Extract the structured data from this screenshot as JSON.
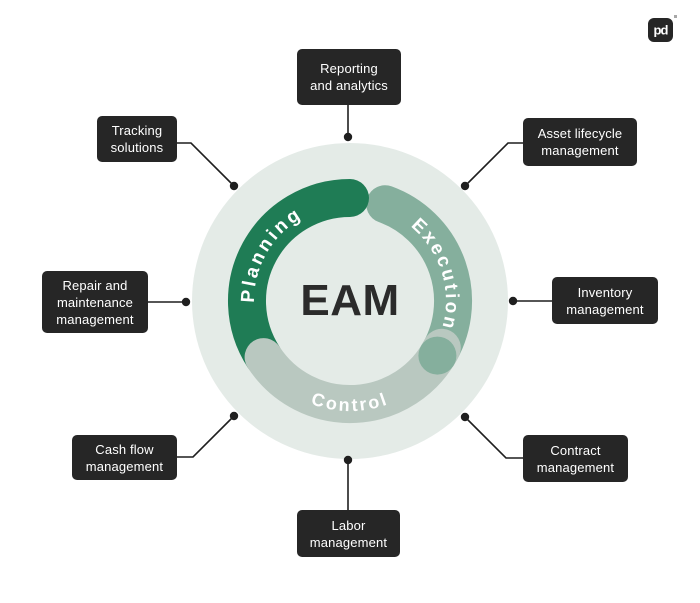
{
  "logo": {
    "mark": "pd"
  },
  "center": {
    "title": "EAM"
  },
  "ring": {
    "segments": [
      {
        "label": "Planning",
        "color": "#1f7c55"
      },
      {
        "label": "Execution",
        "color": "#85af9d"
      },
      {
        "label": "Control",
        "color": "#b9c8c0"
      }
    ],
    "background_color": "#e4ebe7"
  },
  "palette": {
    "node_background": "#262626",
    "node_text": "#ffffff",
    "connector": "#1f1f1f"
  },
  "nodes": [
    {
      "id": "reporting-analytics",
      "lines": [
        "Reporting",
        "and analytics"
      ]
    },
    {
      "id": "tracking-solutions",
      "lines": [
        "Tracking",
        "solutions"
      ]
    },
    {
      "id": "asset-lifecycle",
      "lines": [
        "Asset lifecycle",
        "management"
      ]
    },
    {
      "id": "repair-maintenance",
      "lines": [
        "Repair and",
        "maintenance",
        "management"
      ]
    },
    {
      "id": "inventory",
      "lines": [
        "Inventory",
        "management"
      ]
    },
    {
      "id": "cash-flow",
      "lines": [
        "Cash flow",
        "management"
      ]
    },
    {
      "id": "contract",
      "lines": [
        "Contract",
        "management"
      ]
    },
    {
      "id": "labor",
      "lines": [
        "Labor",
        "management"
      ]
    }
  ]
}
